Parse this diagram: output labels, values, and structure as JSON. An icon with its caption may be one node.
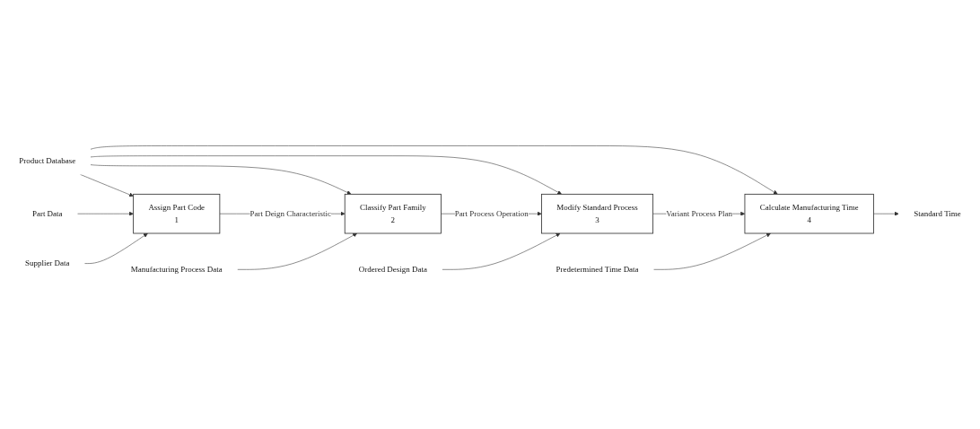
{
  "diagram": {
    "nodes": [
      {
        "text": [
          "Product Database"
        ]
      },
      {
        "text": [
          "Part Data"
        ]
      },
      {
        "text": [
          "Supplier Data"
        ]
      },
      {
        "text": [
          "Assign Part Code",
          "1"
        ]
      },
      {
        "text": [
          "Classify Part Family",
          "2"
        ]
      },
      {
        "text": [
          "Manufacturing Process Data"
        ]
      },
      {
        "text": [
          "Modify Standard Process",
          "3"
        ]
      },
      {
        "text": [
          "Ordered Design Data"
        ]
      },
      {
        "text": [
          "Calculate Manufacturing Time",
          "4"
        ]
      },
      {
        "text": [
          "Standard Time"
        ]
      },
      {
        "text": [
          "Predetermined Time Data"
        ]
      }
    ],
    "edges": [
      {
        "from": 0,
        "to": 3,
        "arrow": "to"
      },
      {
        "from": 0,
        "to": 4,
        "arrow": "to"
      },
      {
        "from": 0,
        "to": 6,
        "arrow": "to"
      },
      {
        "from": 0,
        "to": 8,
        "arrow": "to"
      },
      {
        "from": 1,
        "to": 3,
        "arrow": "to"
      },
      {
        "from": 2,
        "to": 3,
        "arrow": "to"
      },
      {
        "from": 3,
        "to": 4,
        "label": "Part Deign Characteristic",
        "arrow": "to"
      },
      {
        "from": 5,
        "to": 4,
        "arrow": "to"
      },
      {
        "from": 4,
        "to": 6,
        "label": "Part Process Operation",
        "arrow": "to"
      },
      {
        "from": 7,
        "to": 6,
        "arrow": "to"
      },
      {
        "from": 6,
        "to": 8,
        "label": "Variant Process Plan",
        "arrow": "to"
      },
      {
        "from": 10,
        "to": 8,
        "arrow": "to"
      },
      {
        "from": 8,
        "to": 9,
        "arrow": "to"
      }
    ]
  }
}
